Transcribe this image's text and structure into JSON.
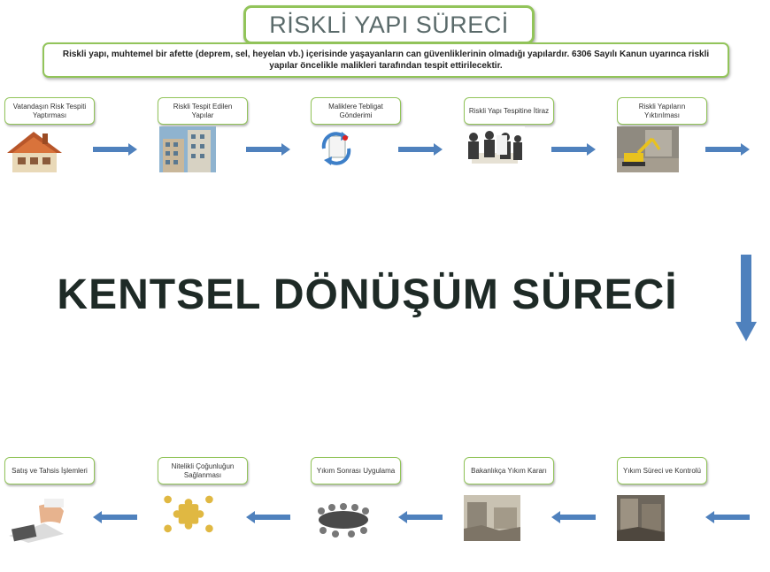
{
  "title": "RİSKLİ YAPI SÜRECİ",
  "description": "Riskli yapı, muhtemel bir afette (deprem, sel, heyelan vb.)  içerisinde yaşayanların can güvenliklerinin olmadığı yapılardır. 6306 Sayılı Kanun uyarınca riskli yapılar öncelikle malikleri tarafından tespit ettirilecektir.",
  "main_title": "KENTSEL DÖNÜŞÜM SÜRECİ",
  "top_steps": [
    {
      "label": "Vatandaşın Risk Tespiti Yaptırması",
      "icon": "house-roof-icon"
    },
    {
      "label": "Riskli Tespit Edilen Yapılar",
      "icon": "building-icon"
    },
    {
      "label": "Maliklere Tebligat Gönderimi",
      "icon": "refresh-document-icon"
    },
    {
      "label": "Riskli Yapı Tespitine İtiraz",
      "icon": "people-meeting-icon"
    },
    {
      "label": "Riskli Yapıların Yıktırılması",
      "icon": "excavator-icon"
    }
  ],
  "bottom_steps": [
    {
      "label": "Satış ve Tahsis İşlemleri",
      "icon": "calculator-hand-icon"
    },
    {
      "label": "Nitelikli Çoğunluğun Sağlanması",
      "icon": "puzzle-people-icon"
    },
    {
      "label": "Yıkım Sonrası Uygulama",
      "icon": "conference-table-icon"
    },
    {
      "label": "Bakanlıkça Yıkım Kararı",
      "icon": "ruins-icon"
    },
    {
      "label": "Yıkım Süreci ve Kontrolü",
      "icon": "demolished-building-icon"
    }
  ],
  "colors": {
    "box_border": "#92c45a",
    "arrow": "#4f81bd",
    "main_title": "#1e2a26"
  }
}
